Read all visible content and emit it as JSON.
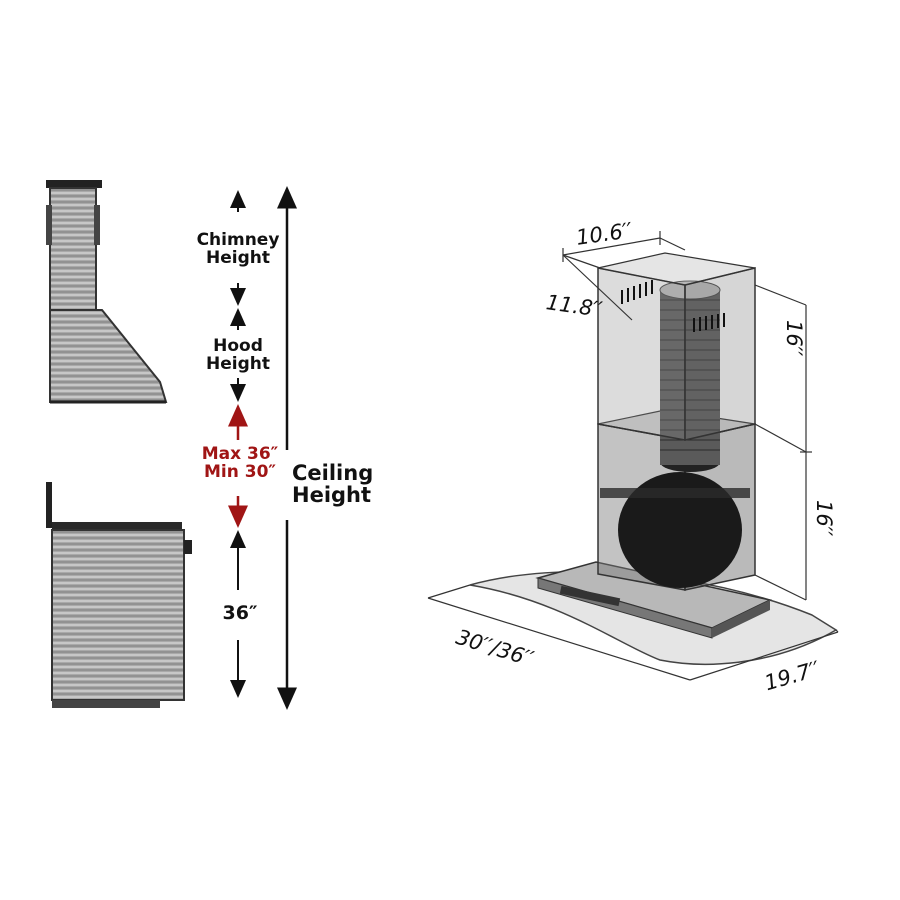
{
  "left_diagram": {
    "chimney_height_line1": "Chimney",
    "chimney_height_line2": "Height",
    "hood_height_line1": "Hood",
    "hood_height_line2": "Height",
    "max_label": "Max 36″",
    "min_label": "Min 30″",
    "counter_height": "36″",
    "ceiling_height_line1": "Ceiling",
    "ceiling_height_line2": "Height"
  },
  "right_diagram": {
    "chimney_width": "10.6′′",
    "chimney_depth": "11.8′′",
    "upper_height": "16′′",
    "lower_height": "16′′",
    "hood_width": "30′′/36′′",
    "hood_depth": "19.7′′"
  },
  "colors": {
    "accent_red": "#a01515",
    "steel_dark": "#555555",
    "steel_light": "#e6e6e6"
  }
}
